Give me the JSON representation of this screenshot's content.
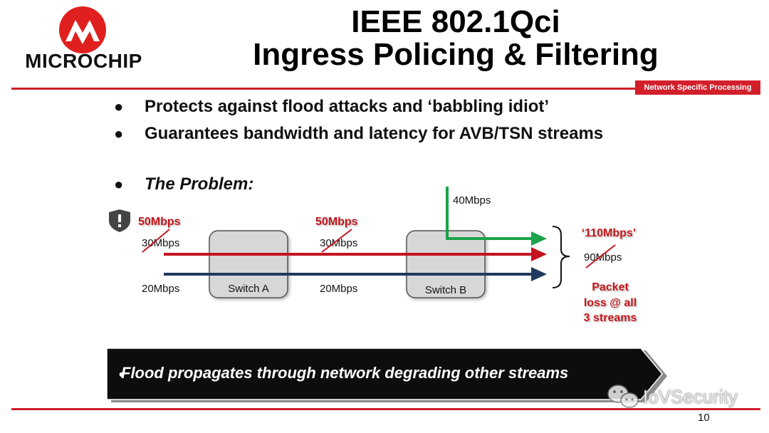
{
  "logo": {
    "text": "MICROCHIP"
  },
  "title": {
    "line1": "IEEE 802.1Qci",
    "line2": "Ingress Policing & Filtering"
  },
  "tag": "Network Specific Processing",
  "bullets": [
    "Protects against flood attacks and ‘babbling idiot’",
    "Guarantees bandwidth and latency for AVB/TSN streams",
    "The Problem:"
  ],
  "bullet_symbol": "●",
  "diagram": {
    "switch_a": "Switch A",
    "switch_b": "Switch B",
    "left_red_crossed": "30Mbps",
    "left_red_actual": "50Mbps",
    "left_blue": "20Mbps",
    "mid_red_crossed": "30Mbps",
    "mid_red_actual": "50Mbps",
    "mid_blue": "20Mbps",
    "green": "40Mbps",
    "total_crossed": "90Mbps",
    "total_actual": "‘110Mbps’",
    "result_lines": [
      "Packet",
      "loss @ all",
      "3 streams"
    ],
    "colors": {
      "red": "#c4141f",
      "blue": "#1f3a5f",
      "green": "#1aa34a",
      "switch_fill": "#d7d7d7"
    }
  },
  "banner": {
    "bullet": "•",
    "text": "Flood propagates through network degrading other streams"
  },
  "watermark": "IoVSecurity",
  "page_number": "10",
  "icons": [
    "microchip-logo-icon",
    "shield-icon",
    "wechat-icon"
  ]
}
